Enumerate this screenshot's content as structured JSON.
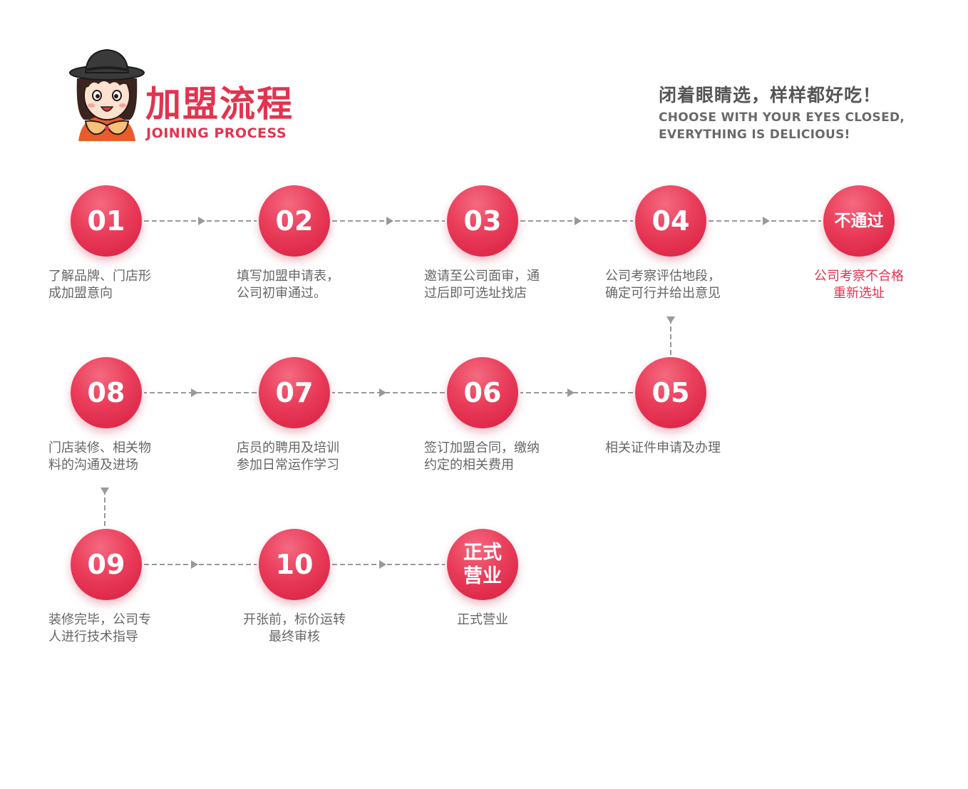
{
  "header": {
    "title_cn": "加盟流程",
    "title_en": "JOINING PROCESS",
    "slogan_cn": "闭着眼睛选，样样都好吃！",
    "slogan_en_line1": "CHOOSE WITH YOUR EYES CLOSED,",
    "slogan_en_line2": "EVERYTHING IS DELICIOUS!"
  },
  "colors": {
    "accent": "#e2344f",
    "connector": "#999999",
    "text_gray": "#666666"
  },
  "steps": {
    "s01": {
      "label": "01",
      "desc": "了解品牌、门店形\n成加盟意向"
    },
    "s02": {
      "label": "02",
      "desc": "填写加盟申请表，\n公司初审通过。"
    },
    "s03": {
      "label": "03",
      "desc": "邀请至公司面审，通\n过后即可选址找店"
    },
    "s04": {
      "label": "04",
      "desc": "公司考察评估地段，\n确定可行并给出意见"
    },
    "fail": {
      "label": "不通过",
      "desc": "公司考察不合格\n重新选址"
    },
    "s05": {
      "label": "05",
      "desc": "相关证件申请及办理"
    },
    "s06": {
      "label": "06",
      "desc": "签订加盟合同，缴纳\n约定的相关费用"
    },
    "s07": {
      "label": "07",
      "desc": "店员的聘用及培训\n参加日常运作学习"
    },
    "s08": {
      "label": "08",
      "desc": "门店装修、相关物\n料的沟通及进场"
    },
    "s09": {
      "label": "09",
      "desc": "装修完毕，公司专\n人进行技术指导"
    },
    "s10": {
      "label": "10",
      "desc": "开张前，标价运转\n最终审核"
    },
    "open": {
      "label": "正式营业",
      "desc": "正式营业"
    }
  }
}
